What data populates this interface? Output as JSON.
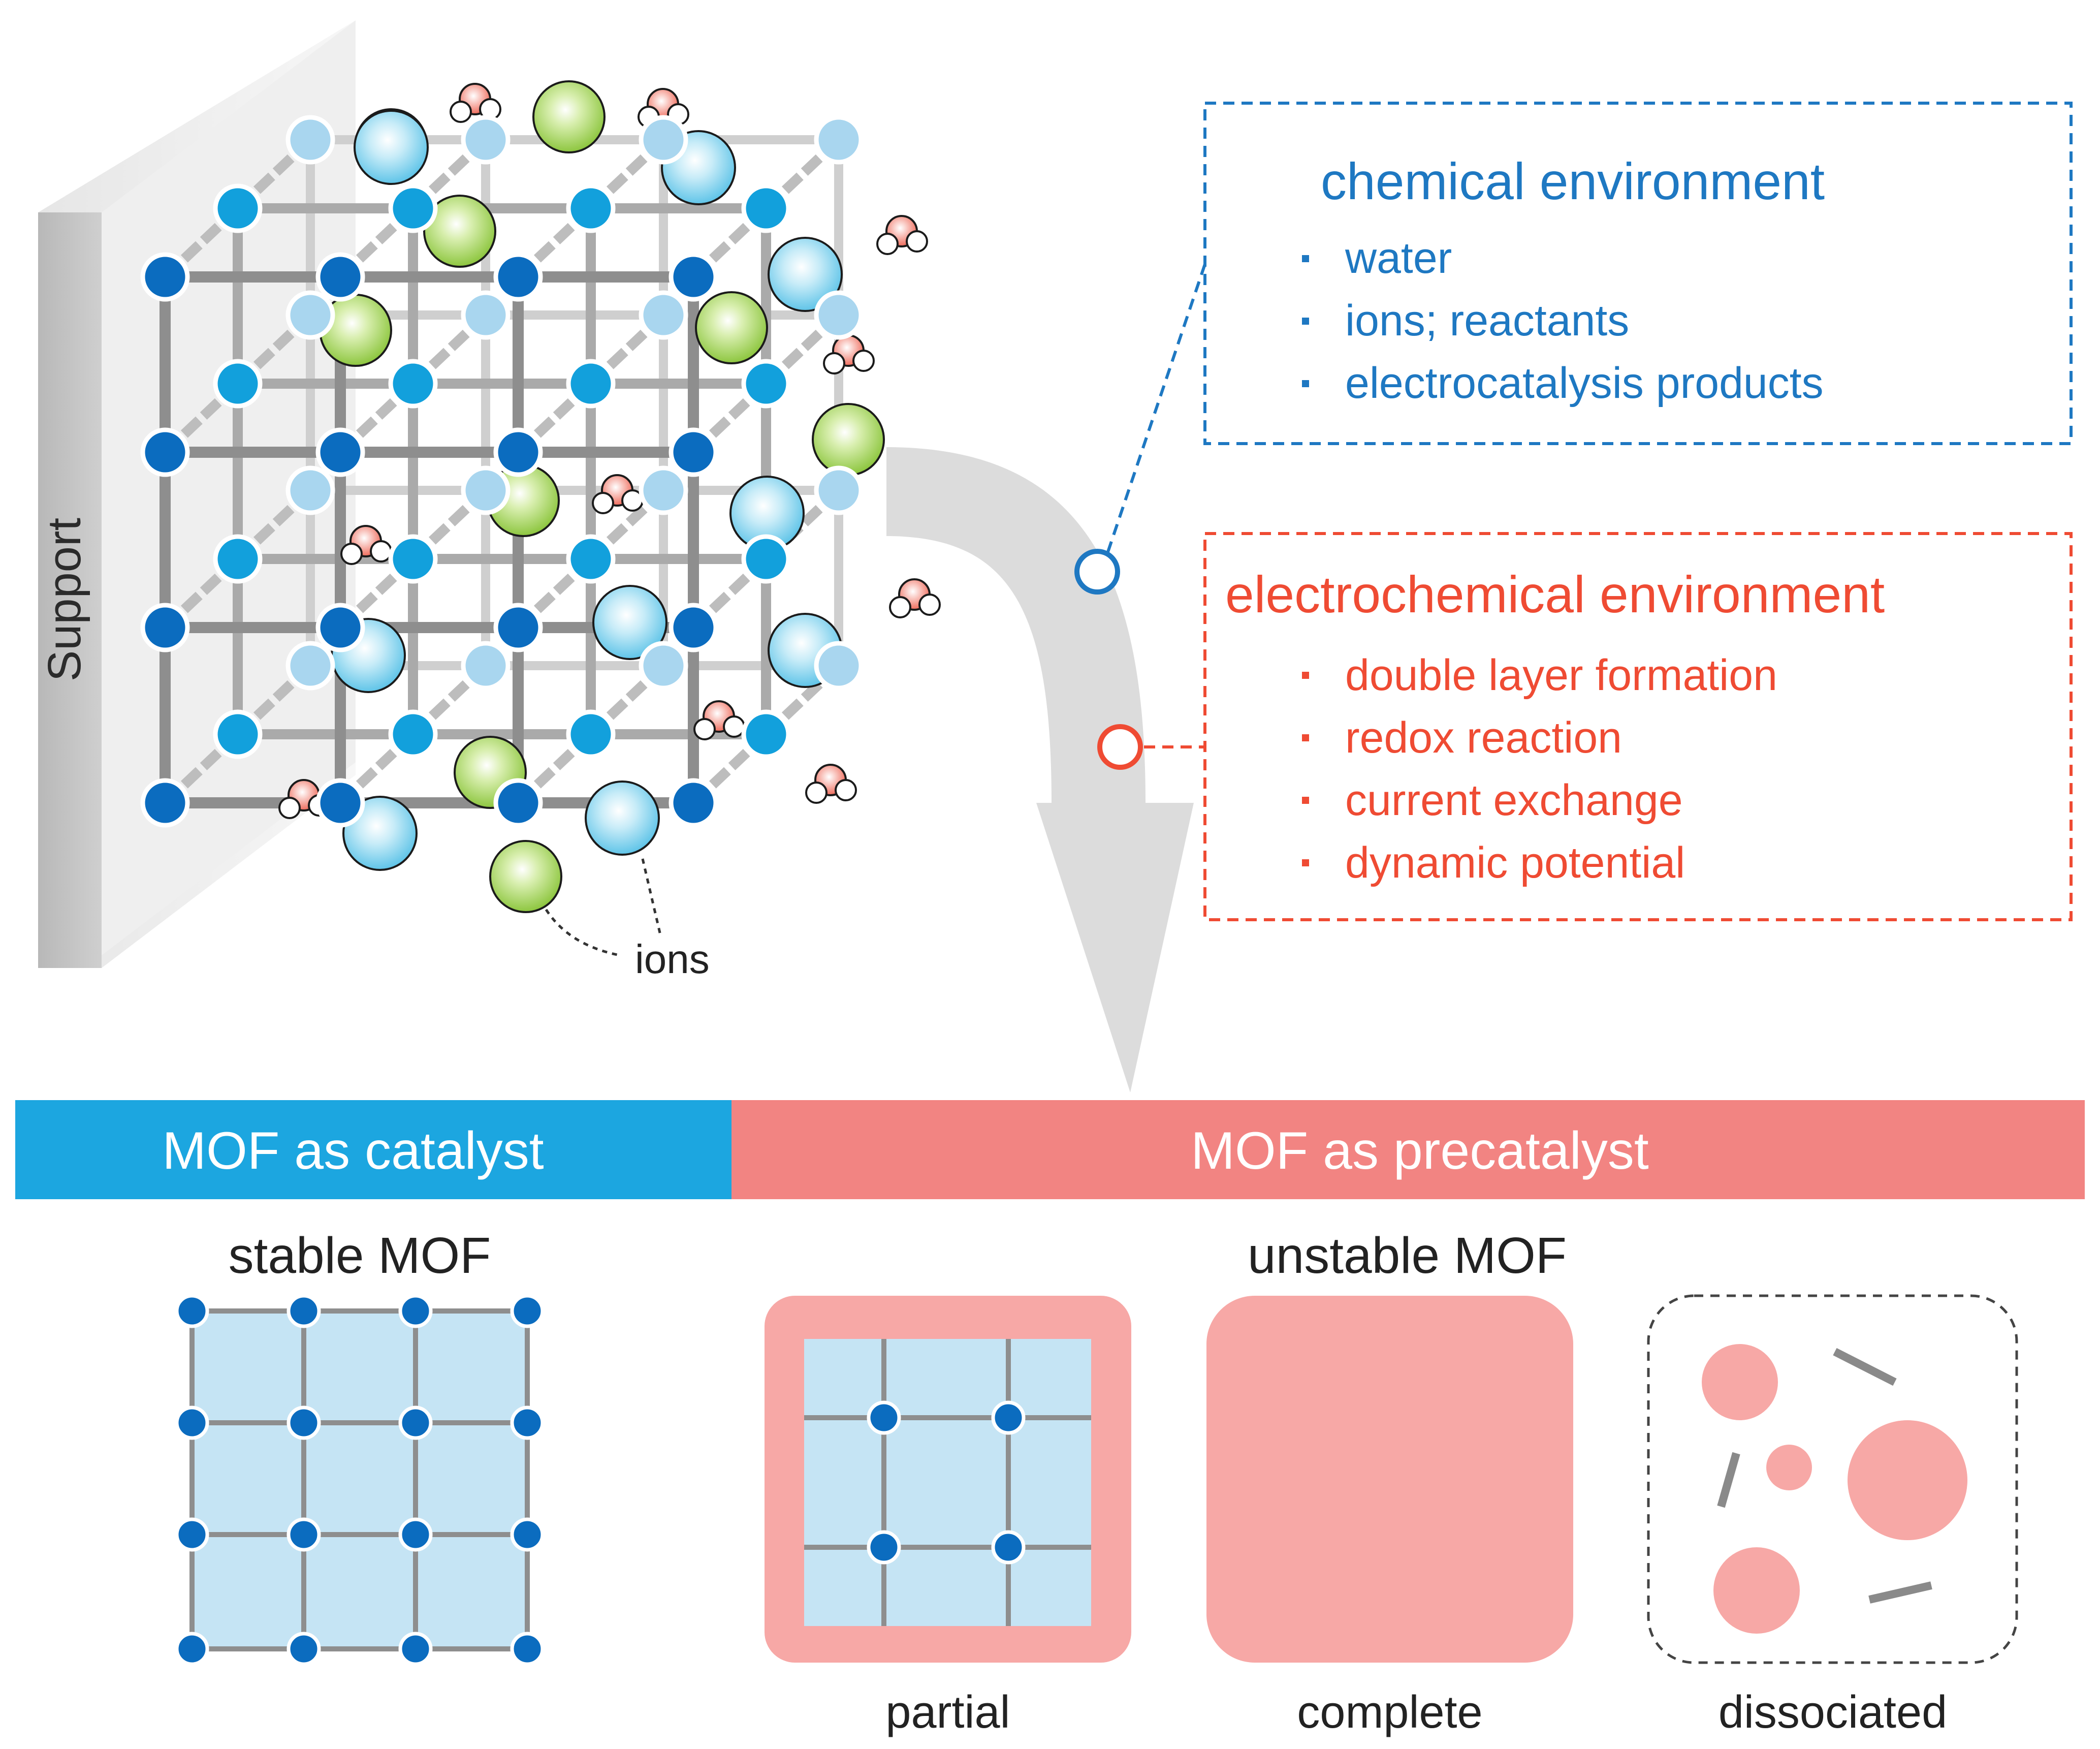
{
  "support": {
    "label": "Support"
  },
  "lattice": {
    "ions_label": "ions"
  },
  "chemical": {
    "title": "chemical environment",
    "items": [
      "water",
      "ions; reactants",
      "electrocatalysis products"
    ],
    "color": "#1e78c2"
  },
  "electrochemical": {
    "title": "electrochemical environment",
    "items": [
      "double layer formation",
      "redox reaction",
      "current exchange",
      "dynamic potential"
    ],
    "color": "#ef4b33"
  },
  "banner": {
    "catalyst_label": "MOF as catalyst",
    "precatalyst_label": "MOF as precatalyst",
    "catalyst_color": "#1ca6e0",
    "precatalyst_color": "#f28482"
  },
  "outcomes": {
    "stable_title": "stable MOF",
    "unstable_title": "unstable MOF",
    "partial_label": "partial",
    "complete_label": "complete",
    "dissociated_label": "dissociated"
  },
  "colors": {
    "node_dark": "#0b6cbf",
    "node_mid": "#12a0dc",
    "node_light": "#a9d6ef",
    "ion_green": "#8dc63f",
    "ion_blue": "#7fd0ec",
    "grid_fill": "#c5e4f4",
    "pink": "#f7a8a6",
    "arrow": "#d9d9d9"
  }
}
